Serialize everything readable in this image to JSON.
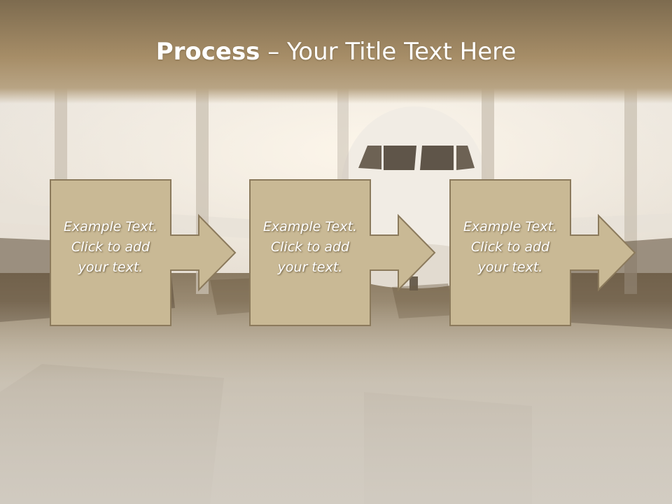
{
  "slide": {
    "title_strong": "Process",
    "title_rest": " – Your Title Text Here"
  },
  "steps": [
    {
      "lines": [
        "Example Text.",
        "Click  to add",
        "your text."
      ]
    },
    {
      "lines": [
        "Example Text.",
        "Click  to add",
        "your text."
      ]
    },
    {
      "lines": [
        "Example Text.",
        "Click  to add",
        "your text."
      ]
    }
  ],
  "colors": {
    "header_band": "#a98f68",
    "box_fill": "#c9b995",
    "box_stroke": "#8b7a5c",
    "title_text": "#ffffff",
    "background": "#cdc7bd"
  },
  "icons": {
    "background": "airport-terminal-airplane-image",
    "connector": "right-arrow"
  }
}
